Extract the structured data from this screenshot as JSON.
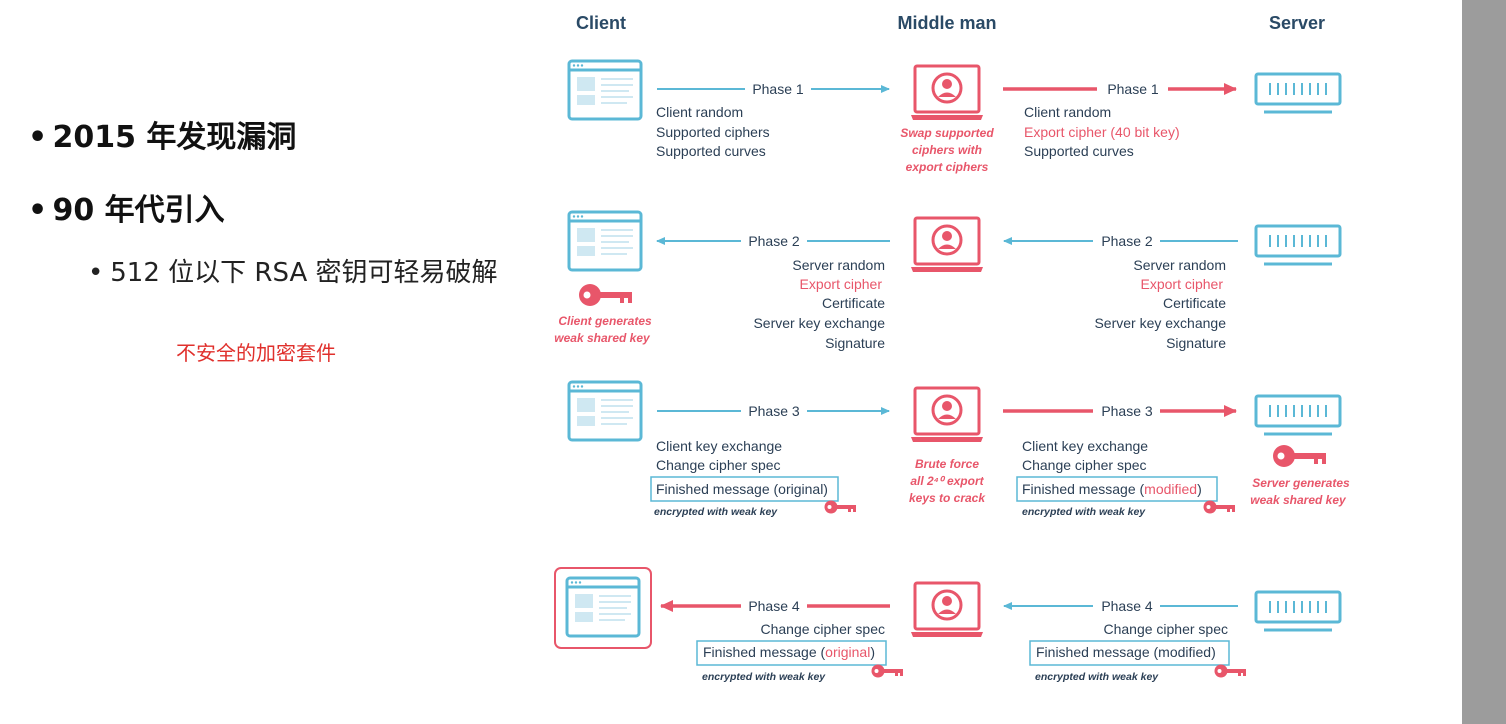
{
  "slide": {
    "bullets": [
      {
        "text": "2015 年发现漏洞"
      },
      {
        "text": "90 年代引入"
      },
      {
        "text": "512 位以下 RSA 密钥可轻易破解"
      }
    ],
    "bullet_marker": "•",
    "red_note": "不安全的加密套件"
  },
  "diagram": {
    "columns": {
      "client": "Client",
      "middle": "Middle man",
      "server": "Server"
    },
    "phase1": {
      "left_label": "Phase 1",
      "right_label": "Phase 1",
      "client_lines": [
        "Client random",
        "Supported ciphers",
        "Supported curves"
      ],
      "server_lines": [
        "Client random",
        "Export cipher (40 bit key)",
        "Supported curves"
      ],
      "middle_note": [
        "Swap supported",
        "ciphers with",
        "export ciphers"
      ]
    },
    "phase2": {
      "left_label": "Phase 2",
      "right_label": "Phase 2",
      "lines": [
        "Server random",
        "Export cipher",
        "Certificate",
        "Server key exchange",
        "Signature"
      ],
      "client_note": [
        "Client generates",
        "weak shared key"
      ]
    },
    "phase3": {
      "left_label": "Phase 3",
      "right_label": "Phase 3",
      "lines": [
        "Client key exchange",
        "Change cipher spec"
      ],
      "left_finished": "Finished message (original)",
      "right_finished_prefix": "Finished message (",
      "right_finished_mid": "modified",
      "right_finished_suffix": ")",
      "encrypted": "encrypted with weak key",
      "middle_note": [
        "Brute force",
        "all 2⁴⁰ export",
        "keys to crack"
      ],
      "server_note": [
        "Server generates",
        "weak shared key"
      ]
    },
    "phase4": {
      "left_label": "Phase 4",
      "right_label": "Phase 4",
      "line": "Change cipher spec",
      "left_finished_prefix": "Finished message (",
      "left_finished_mid": "original",
      "left_finished_suffix": ")",
      "right_finished": "Finished message (modified)",
      "encrypted": "encrypted with weak key"
    },
    "colors": {
      "blue": "#5bb8d6",
      "red": "#e8566a",
      "text": "#2b3f55"
    }
  }
}
